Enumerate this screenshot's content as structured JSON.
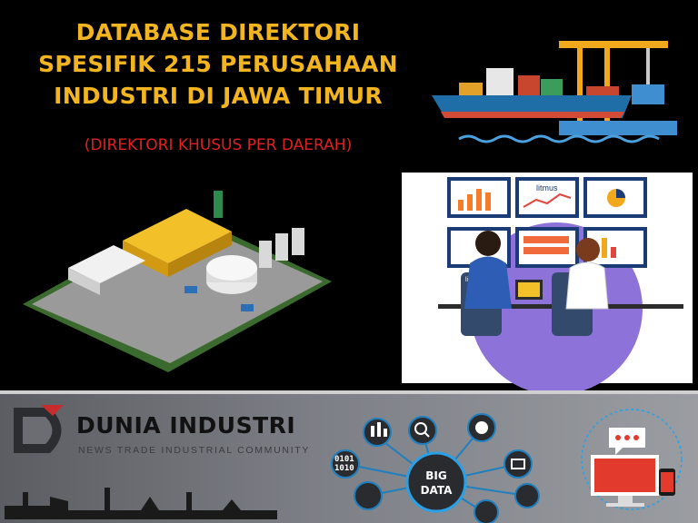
{
  "title_lines": [
    "DATABASE DIREKTORI",
    "SPESIFIK 215 PERUSAHAAN",
    "INDUSTRI DI JAWA TIMUR"
  ],
  "subtitle": "(DIREKTORI KHUSUS PER DAERAH)",
  "screen_text": "litmus",
  "chair_text": "litmus",
  "brand": {
    "name": "DUNIA INDUSTRI",
    "tagline": "NEWS TRADE INDUSTRIAL COMMUNITY"
  },
  "big_data": {
    "line1": "BIG",
    "line2": "DATA",
    "binary": "0101\n1010"
  },
  "colors": {
    "title": "#f2b51f",
    "subtitle": "#e02020",
    "accent_purple": "#8c72d9",
    "banner": "#7c7f85"
  }
}
